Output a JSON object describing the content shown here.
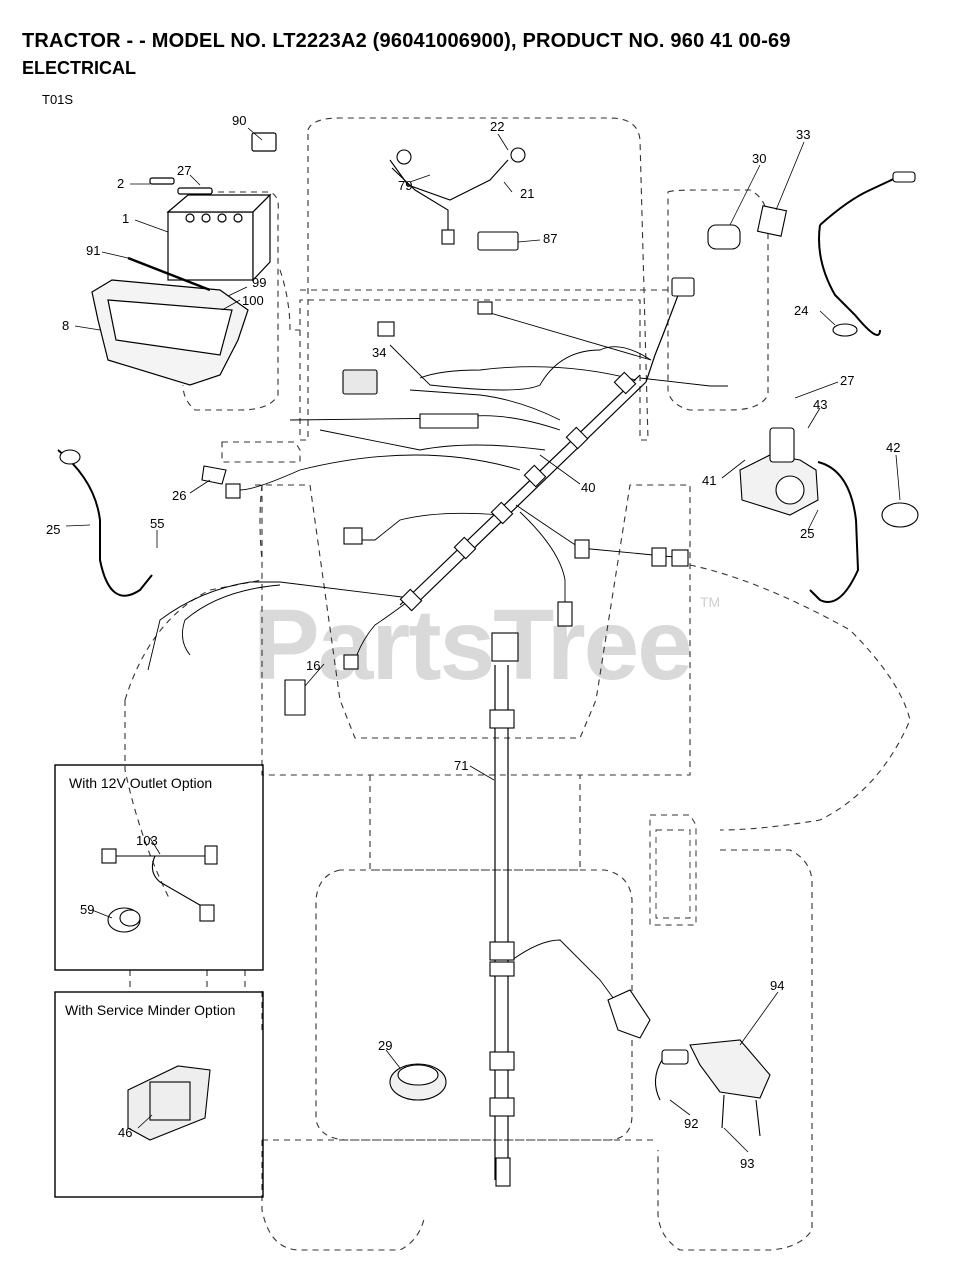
{
  "header": {
    "title": "TRACTOR - - MODEL NO. LT2223A2 (96041006900), PRODUCT NO. 960 41 00-69",
    "subtitle": "ELECTRICAL",
    "diagram_code": "T01S"
  },
  "watermark": {
    "text": "PartsTree",
    "trademark": "TM"
  },
  "insets": {
    "outlet_option": "With 12V Outlet Option",
    "service_minder_option": "With Service Minder Option"
  },
  "callouts": {
    "c90": "90",
    "c2": "2",
    "c27a": "27",
    "c1": "1",
    "c91": "91",
    "c99": "99",
    "c100": "100",
    "c8": "8",
    "c22": "22",
    "c79": "79",
    "c21": "21",
    "c87": "87",
    "c33": "33",
    "c30": "30",
    "c24": "24",
    "c34": "34",
    "c27b": "27",
    "c43": "43",
    "c42": "42",
    "c41": "41",
    "c40": "40",
    "c26": "26",
    "c25a": "25",
    "c25b": "25",
    "c55": "55",
    "c16": "16",
    "c71": "71",
    "c103": "103",
    "c59": "59",
    "c46": "46",
    "c29": "29",
    "c94": "94",
    "c92": "92",
    "c93": "93"
  },
  "colors": {
    "line": "#000000",
    "dash": "#333333",
    "part_fill": "#e8e8e8",
    "watermark": "#d9d9d9"
  }
}
